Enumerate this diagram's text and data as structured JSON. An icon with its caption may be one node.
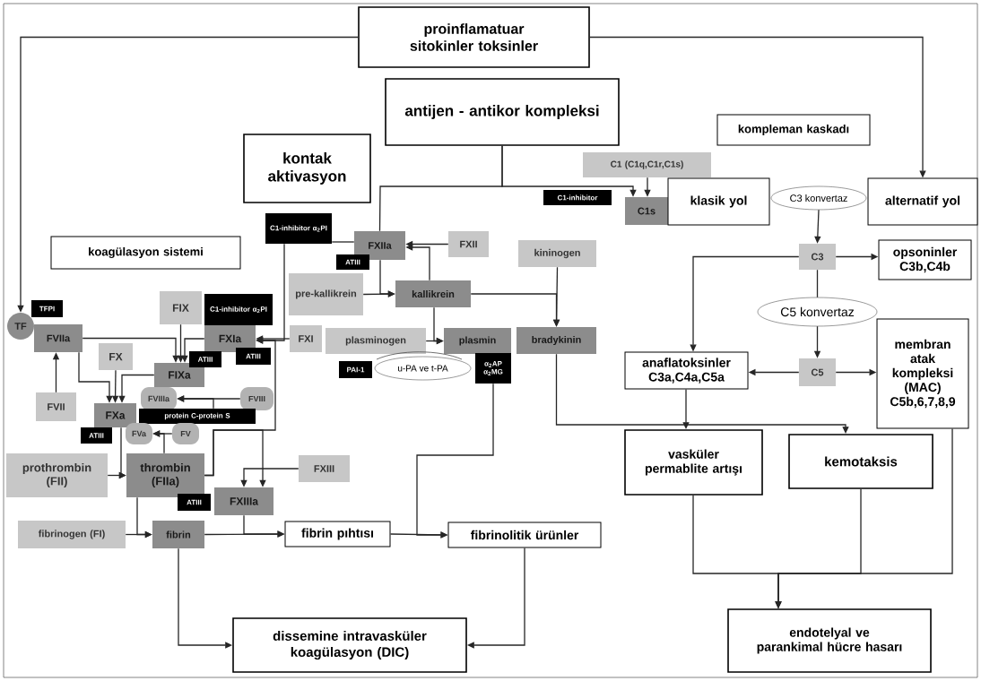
{
  "diagram": {
    "nodes": [
      {
        "text": [
          "proinflamatuar sitokinler toksinler"
        ]
      },
      {
        "text": [
          "antijen - antikor kompleksi"
        ]
      },
      {
        "text": [
          "kompleman kaskadı"
        ]
      },
      {
        "text": [
          "kontak aktivasyon"
        ]
      },
      {
        "text": [
          "koagülasyon sistemi"
        ]
      },
      {
        "text": [
          "C1-inhibitor α$_{2}$PI"
        ]
      },
      {
        "text": [
          "FXIIa"
        ]
      },
      {
        "text": [
          "ATIII"
        ]
      },
      {
        "text": [
          "FXII"
        ]
      },
      {
        "text": [
          "pre-kallikrein"
        ]
      },
      {
        "text": [
          "kallikrein"
        ]
      },
      {
        "text": [
          "kininogen"
        ]
      },
      {
        "text": [
          "bradykinin"
        ]
      },
      {
        "text": [
          "plasminogen"
        ]
      },
      {
        "text": [
          "plasmin"
        ]
      },
      {
        "text": [
          "PAI-1"
        ]
      },
      {
        "text": [
          "u-PA ve t-PA"
        ]
      },
      {
        "text": [
          "α$_{2}$AP α$_{2}$MG"
        ]
      },
      {
        "text": [
          "FXI"
        ]
      },
      {
        "text": [
          "C1-inhibitor α$_{2}$PI"
        ]
      },
      {
        "text": [
          "FXIa"
        ]
      },
      {
        "text": [
          "ATIII"
        ]
      },
      {
        "text": [
          "FIX"
        ]
      },
      {
        "text": [
          "FIXa"
        ]
      },
      {
        "text": [
          "ATIII"
        ]
      },
      {
        "text": [
          "TF"
        ]
      },
      {
        "text": [
          "TFPI"
        ]
      },
      {
        "text": [
          "FVIIa"
        ]
      },
      {
        "text": [
          "FVII"
        ]
      },
      {
        "text": [
          "FX"
        ]
      },
      {
        "text": [
          "FVIIIa"
        ]
      },
      {
        "text": [
          "FVIII"
        ]
      },
      {
        "text": [
          "protein C-protein S"
        ]
      },
      {
        "text": [
          "FXa"
        ]
      },
      {
        "text": [
          "ATIII"
        ]
      },
      {
        "text": [
          "FVa"
        ]
      },
      {
        "text": [
          "FV"
        ]
      },
      {
        "text": [
          "prothrombin (FII)"
        ]
      },
      {
        "text": [
          "thrombin (FIIa)"
        ]
      },
      {
        "text": [
          "ATIII"
        ]
      },
      {
        "text": [
          "FXIII"
        ]
      },
      {
        "text": [
          "FXIIIa"
        ]
      },
      {
        "text": [
          "fibrinogen (FI)"
        ]
      },
      {
        "text": [
          "fibrin"
        ]
      },
      {
        "text": [
          "fibrin pıhtısı"
        ]
      },
      {
        "text": [
          "fibrinolitik ürünler"
        ]
      },
      {
        "text": [
          "dissemine intravasküler koagülasyon (DIC)"
        ]
      },
      {
        "text": [
          "C1 (C1q,C1r,C1s)"
        ]
      },
      {
        "text": [
          "C1-inhibitor"
        ]
      },
      {
        "text": [
          "C1s"
        ]
      },
      {
        "text": [
          "klasik yol"
        ]
      },
      {
        "text": [
          "C3 konvertaz"
        ]
      },
      {
        "text": [
          "alternatif yol"
        ]
      },
      {
        "text": [
          "C3"
        ]
      },
      {
        "text": [
          "opsoninler C3b,C4b"
        ]
      },
      {
        "text": [
          "C5 konvertaz"
        ]
      },
      {
        "text": [
          "C5"
        ]
      },
      {
        "text": [
          "anaflatoksinler C3a,C4a,C5a"
        ]
      },
      {
        "text": [
          "membran atak kompleksi (MAC) C5b,6,7,8,9"
        ]
      },
      {
        "text": [
          "vasküler permablite artışı"
        ]
      },
      {
        "text": [
          "kemotaksis"
        ]
      },
      {
        "text": [
          "endotelyal ve parankimal hücre hasarı"
        ]
      }
    ],
    "edges": [
      {
        "from": 0,
        "to": 25,
        "arrow": "to"
      },
      {
        "from": 0,
        "to": 52,
        "arrow": "to"
      },
      {
        "from": 1,
        "to": 6,
        "arrow": "none"
      },
      {
        "from": 1,
        "to": 49,
        "arrow": "to"
      },
      {
        "from": 47,
        "to": 49,
        "arrow": "to"
      },
      {
        "from": 5,
        "to": 6,
        "arrow": "none"
      },
      {
        "from": 5,
        "to": 20,
        "arrow": "to"
      },
      {
        "from": 8,
        "to": 6,
        "arrow": "to"
      },
      {
        "from": 6,
        "to": 10,
        "arrow": "to"
      },
      {
        "from": 9,
        "to": 10,
        "arrow": "to"
      },
      {
        "from": 10,
        "to": 6,
        "arrow": "to"
      },
      {
        "from": 10,
        "to": 12,
        "arrow": "to"
      },
      {
        "from": 11,
        "to": 12,
        "arrow": "to"
      },
      {
        "from": 10,
        "to": 14,
        "arrow": "to"
      },
      {
        "from": 13,
        "to": 14,
        "arrow": "to"
      },
      {
        "from": 17,
        "to": 45,
        "arrow": "to"
      },
      {
        "from": 44,
        "to": 45,
        "arrow": "to"
      },
      {
        "from": 43,
        "to": 44,
        "arrow": "to"
      },
      {
        "from": 41,
        "to": 44,
        "arrow": "to"
      },
      {
        "from": 40,
        "to": 41,
        "arrow": "to"
      },
      {
        "from": 38,
        "to": 41,
        "arrow": "to"
      },
      {
        "from": 38,
        "to": 20,
        "arrow": "to"
      },
      {
        "from": 38,
        "to": 35,
        "arrow": "to"
      },
      {
        "from": 32,
        "to": 30,
        "arrow": "to"
      },
      {
        "from": 36,
        "to": 35,
        "arrow": "to"
      },
      {
        "from": 31,
        "to": 30,
        "arrow": "to"
      },
      {
        "from": 33,
        "to": 38,
        "arrow": "to"
      },
      {
        "from": 37,
        "to": 38,
        "arrow": "to"
      },
      {
        "from": 38,
        "to": 43,
        "arrow": "to"
      },
      {
        "from": 42,
        "to": 43,
        "arrow": "to"
      },
      {
        "from": 43,
        "to": 46,
        "arrow": "to"
      },
      {
        "from": 45,
        "to": 46,
        "arrow": "to"
      },
      {
        "from": 29,
        "to": 33,
        "arrow": "to"
      },
      {
        "from": 27,
        "to": 33,
        "arrow": "to"
      },
      {
        "from": 23,
        "to": 33,
        "arrow": "to"
      },
      {
        "from": 27,
        "to": 23,
        "arrow": "to"
      },
      {
        "from": 22,
        "to": 23,
        "arrow": "to"
      },
      {
        "from": 20,
        "to": 23,
        "arrow": "to"
      },
      {
        "from": 18,
        "to": 20,
        "arrow": "to"
      },
      {
        "from": 28,
        "to": 27,
        "arrow": "to"
      },
      {
        "from": 12,
        "to": 60,
        "arrow": "to"
      },
      {
        "from": 57,
        "to": 59,
        "arrow": "to"
      },
      {
        "from": 53,
        "to": 57,
        "arrow": "to"
      },
      {
        "from": 53,
        "to": 54,
        "arrow": "to"
      },
      {
        "from": 51,
        "to": 53,
        "arrow": "to"
      },
      {
        "from": 53,
        "to": 55,
        "arrow": "none"
      },
      {
        "from": 55,
        "to": 56,
        "arrow": "to"
      },
      {
        "from": 56,
        "to": 57,
        "arrow": "to"
      },
      {
        "from": 56,
        "to": 58,
        "arrow": "to"
      },
      {
        "from": 59,
        "to": 61,
        "arrow": "to"
      },
      {
        "from": 60,
        "to": 61,
        "arrow": "to"
      },
      {
        "from": 58,
        "to": 61,
        "arrow": "to"
      }
    ]
  }
}
